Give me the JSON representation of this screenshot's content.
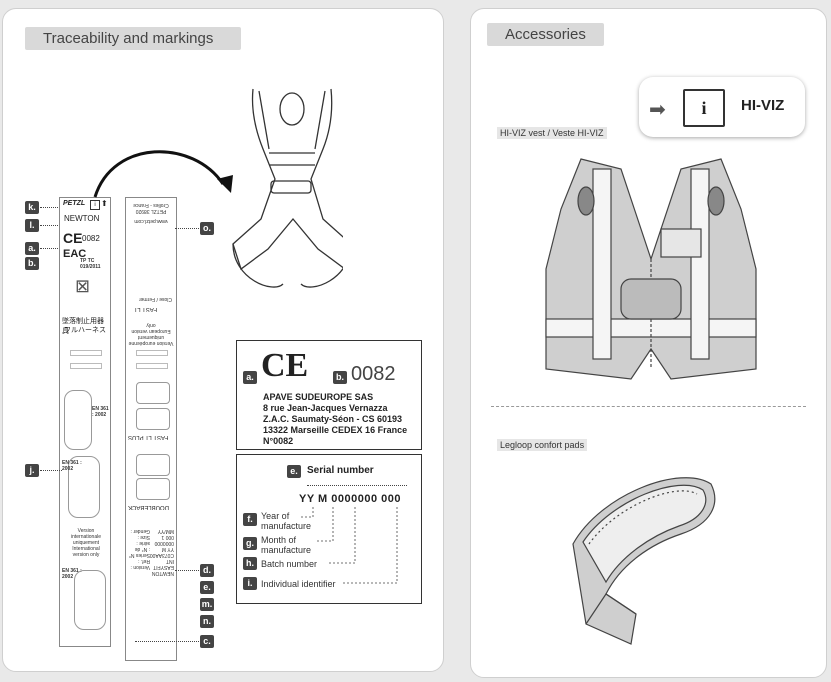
{
  "left_panel": {
    "title": "Traceability and markings",
    "markers": {
      "k": "k.",
      "l": "l.",
      "a": "a.",
      "b": "b.",
      "j": "j.",
      "o": "o.",
      "d": "d.",
      "e": "e.",
      "m": "m.",
      "n": "n.",
      "c": "c."
    },
    "label_front": {
      "brand": "PETZL",
      "model": "NEWTON",
      "notified_body_number": "0082",
      "eac_text": "TP TC 019/2011",
      "asian_text_1": "墜落制止用器具",
      "asian_text_2": "フルハーネス",
      "en361_a": "EN 361 : 2002",
      "en361_b": "EN 361 : 2002",
      "en361_c": "EN 361 : 2002",
      "version_text": "Version internationale uniquement International version only"
    },
    "label_back": {
      "petzl_address": "PETZL 38920 Crolles - France",
      "website": "www.petzl.com",
      "fast_lt": "FAST LT",
      "close_open": "Close / Fermer",
      "european_version": "Version européenne uniquement European version only",
      "fast_lt_plus": "FAST LT PLUS",
      "doubleback": "DOUBLEBACK",
      "version_fields": "Version : Ref. : Series N° : N° de série : Size : Gender :",
      "version_values": "NEWTON EASYFIT INT C073AA00 YY M 0000000 000 1 MM/YY"
    },
    "ce_box": {
      "ce_mark": "CE",
      "notified_number": "0082",
      "marker_a": "a.",
      "marker_b": "b.",
      "lines": [
        "APAVE SUDEUROPE SAS",
        "8 rue Jean-Jacques Vernazza",
        "Z.A.C. Saumaty-Séon - CS 60193",
        "13322 Marseille CEDEX 16 France",
        "N°0082"
      ]
    },
    "serial_box": {
      "marker_e": "e.",
      "title": "Serial number",
      "serial_format": "YY M 0000000 000",
      "fields": [
        {
          "marker": "f.",
          "label": "Year of manufacture"
        },
        {
          "marker": "g.",
          "label": "Month of manufacture"
        },
        {
          "marker": "h.",
          "label": "Batch number"
        },
        {
          "marker": "i.",
          "label": "Individual identifier"
        }
      ]
    }
  },
  "right_panel": {
    "title": "Accessories",
    "hiviz_badge": "HI-VIZ",
    "vest_caption": "HI-VIZ vest / Veste HI-VIZ",
    "legloop_caption": "Legloop confort pads"
  },
  "colors": {
    "marker": "#444444",
    "panel": "#ffffff",
    "tab": "#d9d9d9",
    "background": "#e9e9e9"
  }
}
